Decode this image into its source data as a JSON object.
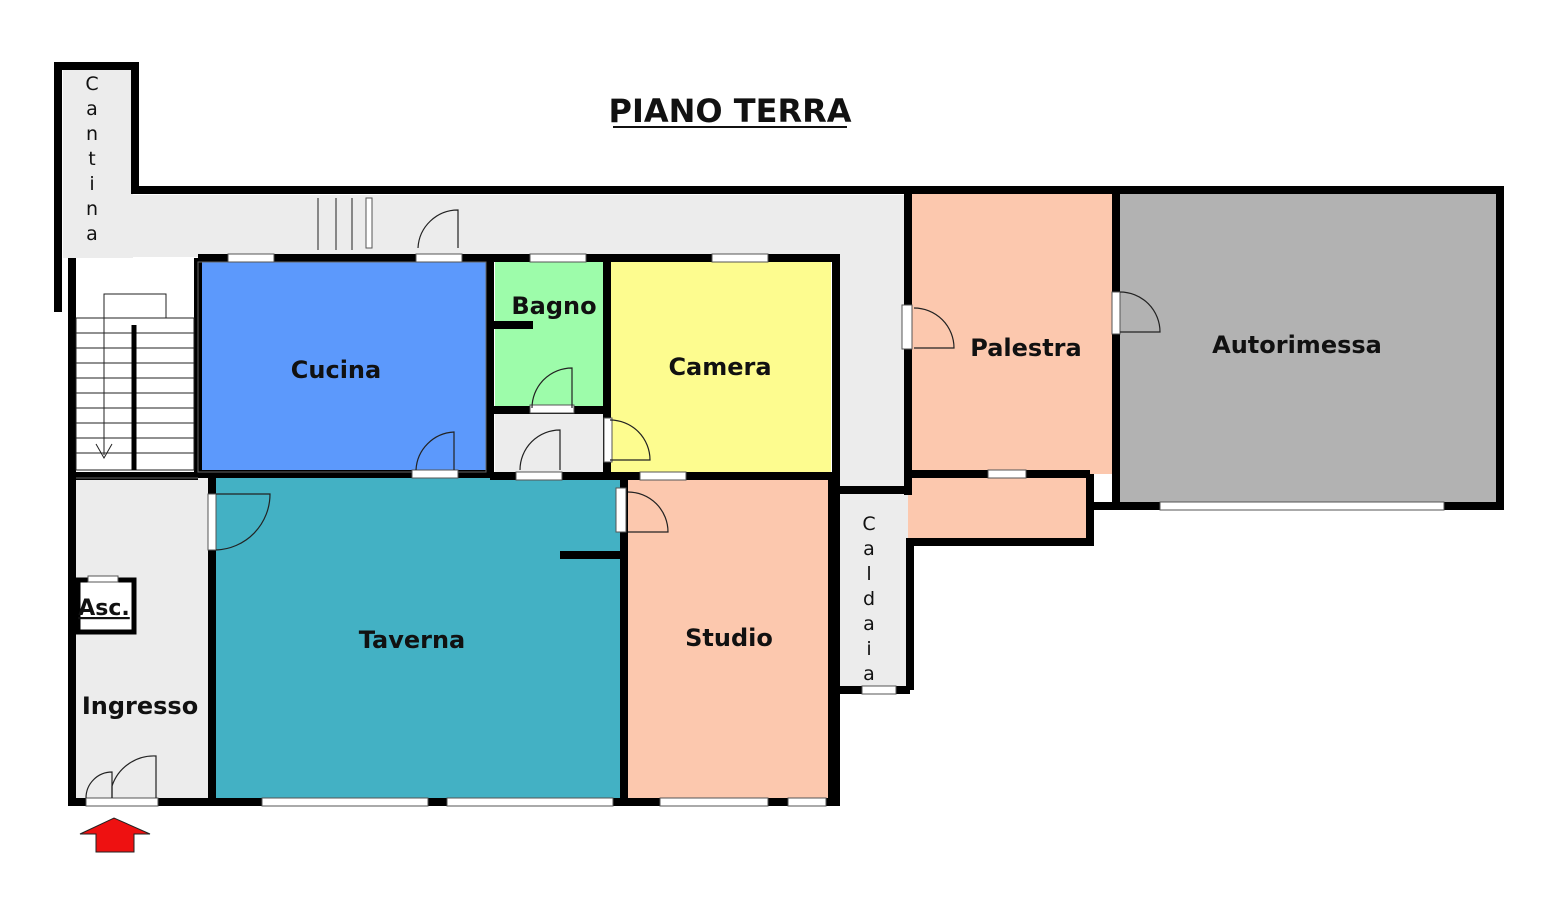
{
  "title": "PIANO TERRA",
  "rooms": {
    "cucina": {
      "label": "Cucina",
      "color": "#5c99fc"
    },
    "bagno": {
      "label": "Bagno",
      "color": "#9dfcaa"
    },
    "camera": {
      "label": "Camera",
      "color": "#fdfc8f"
    },
    "palestra": {
      "label": "Palestra",
      "color": "#fcc8ae"
    },
    "autorimessa": {
      "label": "Autorimessa",
      "color": "#b2b2b2"
    },
    "taverna": {
      "label": "Taverna",
      "color": "#43b1c4"
    },
    "studio": {
      "label": "Studio",
      "color": "#fcc8ae"
    },
    "ingresso": {
      "label": "Ingresso",
      "color": "#ececec"
    },
    "ascensore": {
      "label": "Asc."
    },
    "cantina": {
      "label": "Cantina",
      "letters": [
        "C",
        "a",
        "n",
        "t",
        "i",
        "n",
        "a"
      ]
    },
    "caldaia": {
      "label": "Caldaia",
      "letters": [
        "C",
        "a",
        "l",
        "d",
        "a",
        "i",
        "a"
      ]
    }
  },
  "corridor_color": "#ececec",
  "wall_color": "#000000",
  "entrance_arrow_color": "#ee1111"
}
